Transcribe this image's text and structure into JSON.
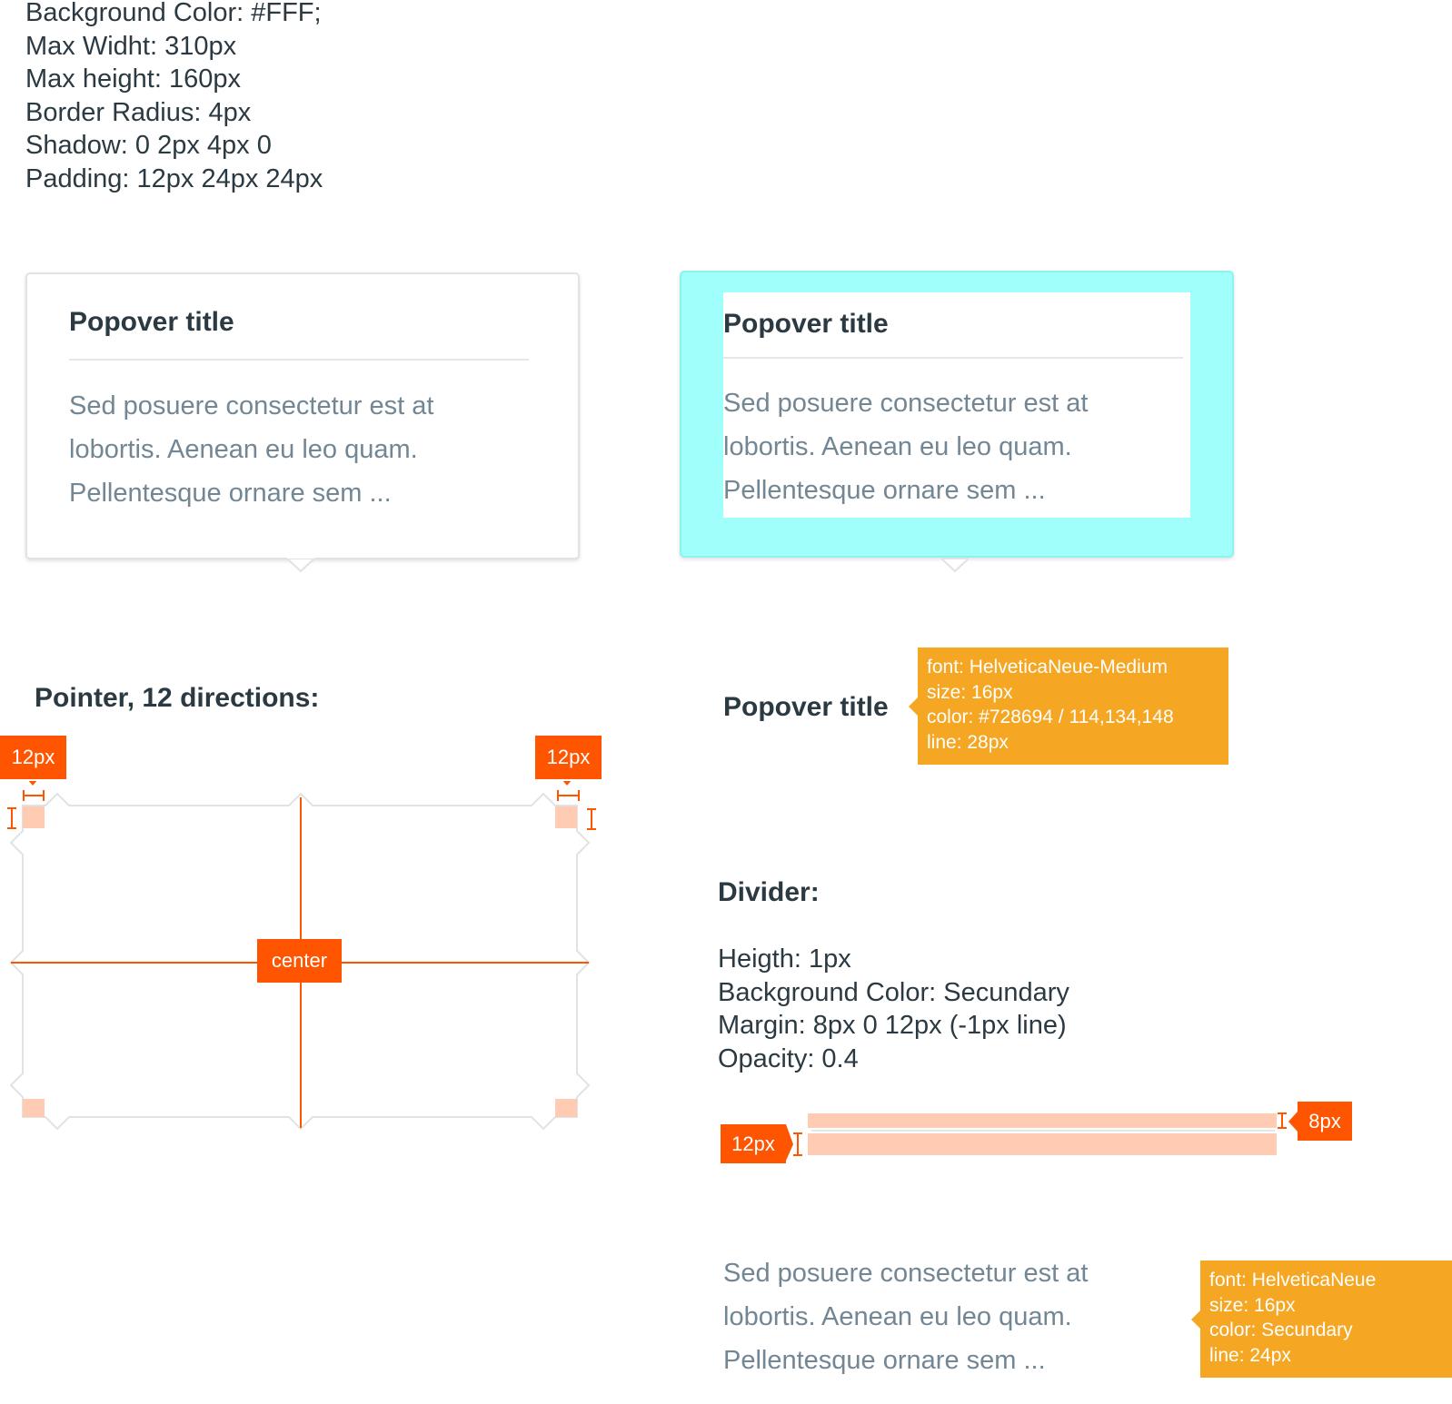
{
  "specs": [
    "Background Color: #FFF;",
    "Max Widht: 310px",
    "Max height: 160px",
    "Border Radius: 4px",
    "Shadow: 0 2px 4px 0",
    "Padding: 12px 24px 24px"
  ],
  "popover": {
    "title": "Popover title",
    "body": [
      "Sed posuere consectetur est at",
      "lobortis. Aenean eu leo quam.",
      "Pellentesque ornare sem ..."
    ]
  },
  "pointer": {
    "heading": "Pointer, 12 directions:",
    "left_badge": "12px",
    "right_badge": "12px",
    "center_badge": "center"
  },
  "title_spec": {
    "sample": "Popover title",
    "lines": [
      "font: HelveticaNeue-Medium",
      "size: 16px",
      "color: #728694 / 114,134,148",
      "line: 28px"
    ]
  },
  "divider": {
    "heading": "Divider:",
    "specs": [
      "Heigth: 1px",
      "Background Color: Secundary",
      "Margin: 8px 0 12px (-1px line)",
      "Opacity: 0.4"
    ],
    "top_badge": "8px",
    "bottom_badge": "12px"
  },
  "body_spec": {
    "lines": [
      "font: HelveticaNeue",
      "size: 16px",
      "color: Secundary",
      "line: 24px"
    ]
  },
  "colors": {
    "measure": "#FF5500",
    "tag": "#F5A623",
    "padding_highlight": "#A0FFFA",
    "margin_highlight": "#FFCCB3",
    "title": "#2B3A42",
    "secondary": "#728694"
  }
}
